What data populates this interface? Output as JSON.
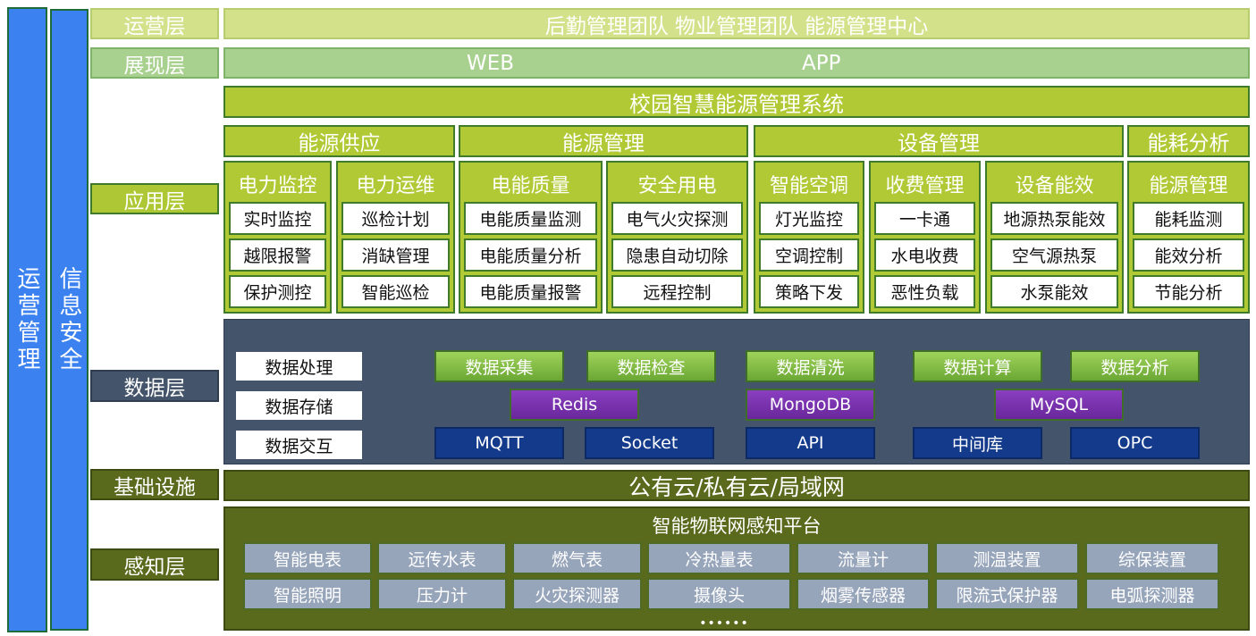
{
  "side_bars": {
    "operations": "运营管理",
    "security": "信息安全"
  },
  "layers": {
    "ops": "运营层",
    "presentation": "展现层",
    "application": "应用层",
    "data": "数据层",
    "infrastructure": "基础设施",
    "perception": "感知层"
  },
  "ops_bar": "后勤管理团队  物业管理团队  能源管理中心",
  "presentation": {
    "web": "WEB",
    "app": "APP"
  },
  "system_title": "校园智慧能源管理系统",
  "categories": [
    "能源供应",
    "能源管理",
    "设备管理",
    "能耗分析"
  ],
  "groups": [
    {
      "title": "电力监控",
      "items": [
        "实时监控",
        "越限报警",
        "保护测控"
      ]
    },
    {
      "title": "电力运维",
      "items": [
        "巡检计划",
        "消缺管理",
        "智能巡检"
      ]
    },
    {
      "title": "电能质量",
      "items": [
        "电能质量监测",
        "电能质量分析",
        "电能质量报警"
      ]
    },
    {
      "title": "安全用电",
      "items": [
        "电气火灾探测",
        "隐患自动切除",
        "远程控制"
      ]
    },
    {
      "title": "智能空调",
      "items": [
        "灯光监控",
        "空调控制",
        "策略下发"
      ]
    },
    {
      "title": "收费管理",
      "items": [
        "一卡通",
        "水电收费",
        "恶性负载"
      ]
    },
    {
      "title": "设备能效",
      "items": [
        "地源热泵能效",
        "空气源热泵",
        "水泵能效"
      ]
    },
    {
      "title": "能源管理",
      "items": [
        "能耗监测",
        "能效分析",
        "节能分析"
      ]
    }
  ],
  "data_layer": {
    "functions": [
      "数据处理",
      "数据存储",
      "数据交互"
    ],
    "processing": [
      "数据采集",
      "数据检查",
      "数据清洗",
      "数据计算",
      "数据分析"
    ],
    "storage": [
      "Redis",
      "MongoDB",
      "MySQL"
    ],
    "interfaces": [
      "MQTT",
      "Socket",
      "API",
      "中间库",
      "OPC"
    ]
  },
  "infrastructure": "公有云/私有云/局域网",
  "perception": {
    "title": "智能物联网感知平台",
    "devices": [
      [
        "智能电表",
        "远传水表",
        "燃气表",
        "冷热量表",
        "流量计",
        "测温装置",
        "综保装置"
      ],
      [
        "智能照明",
        "压力计",
        "火灾探测器",
        "摄像头",
        "烟雾传感器",
        "限流式保护器",
        "电弧探测器"
      ]
    ],
    "more": "••••••"
  }
}
